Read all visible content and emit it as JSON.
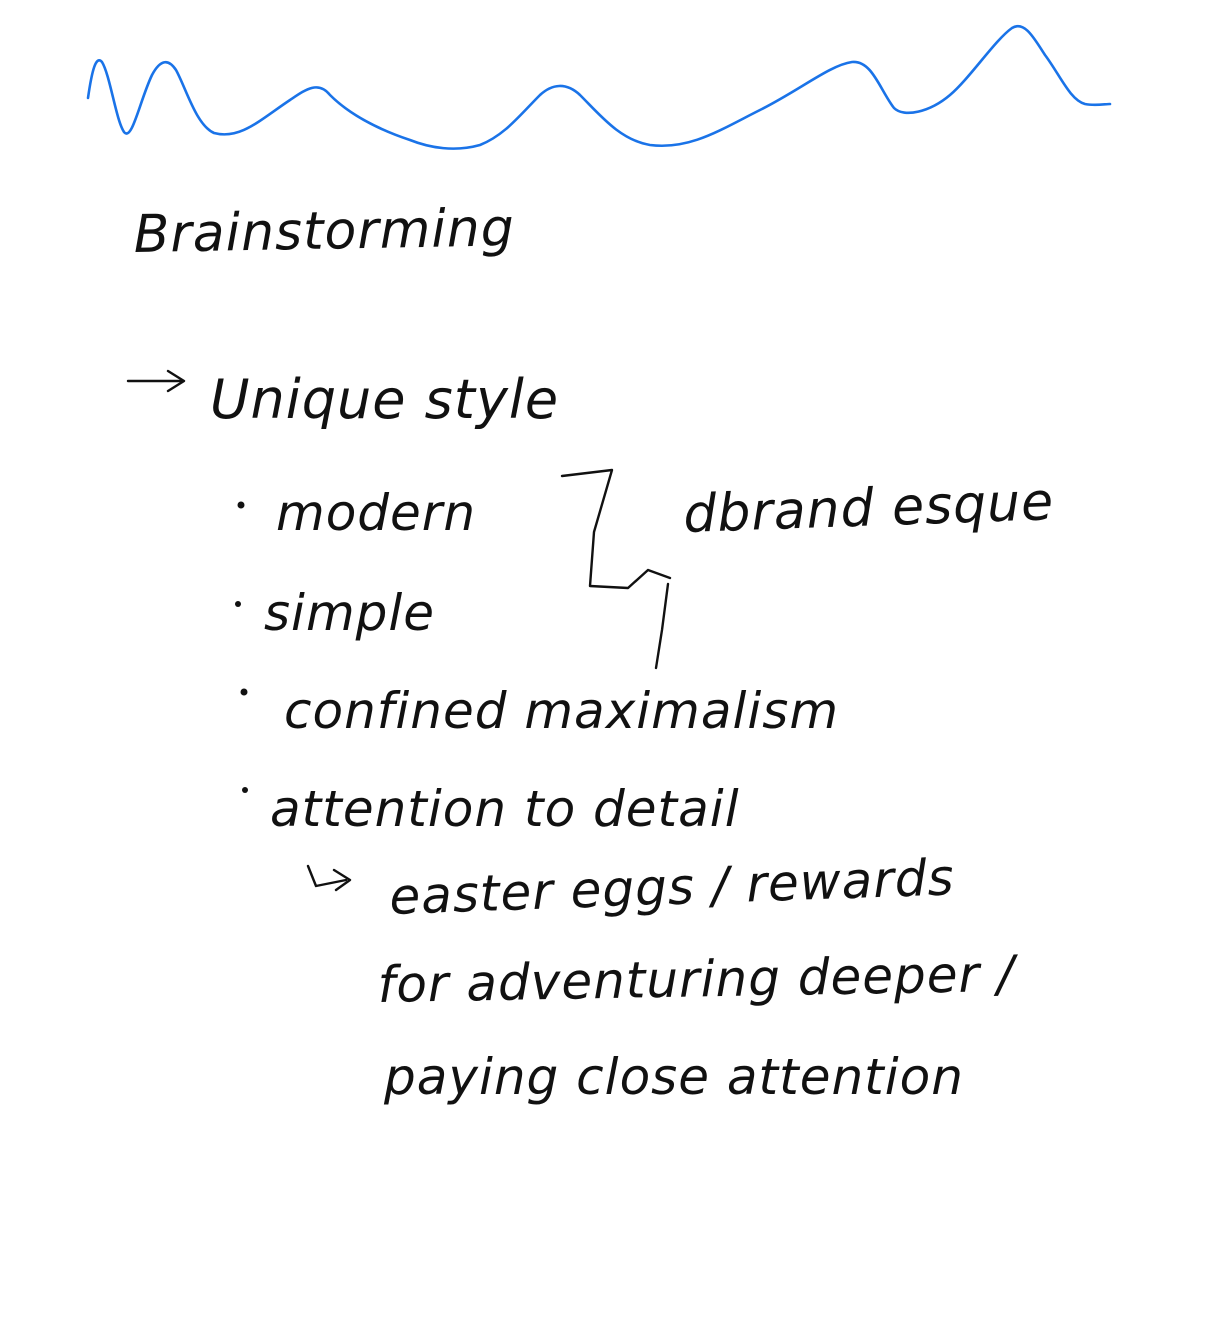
{
  "colors": {
    "ink": "#111111",
    "wave": "#1a73e8",
    "background": "#ffffff"
  },
  "note": {
    "heading": "Brainstorming",
    "section": "Unique style",
    "bullets": [
      "modern",
      "simple",
      "confined maximalism",
      "attention to detail"
    ],
    "side_note": "dbrand esque",
    "sub_lines": [
      "easter eggs / rewards",
      "for adventuring deeper /",
      "paying close attention"
    ]
  },
  "icons": {
    "wave": "wave-decoration",
    "arrow": "arrow-right-icon",
    "sub_arrow": "return-arrow-icon",
    "bracket": "bracket-icon",
    "bullet": "bullet-dot-icon"
  }
}
